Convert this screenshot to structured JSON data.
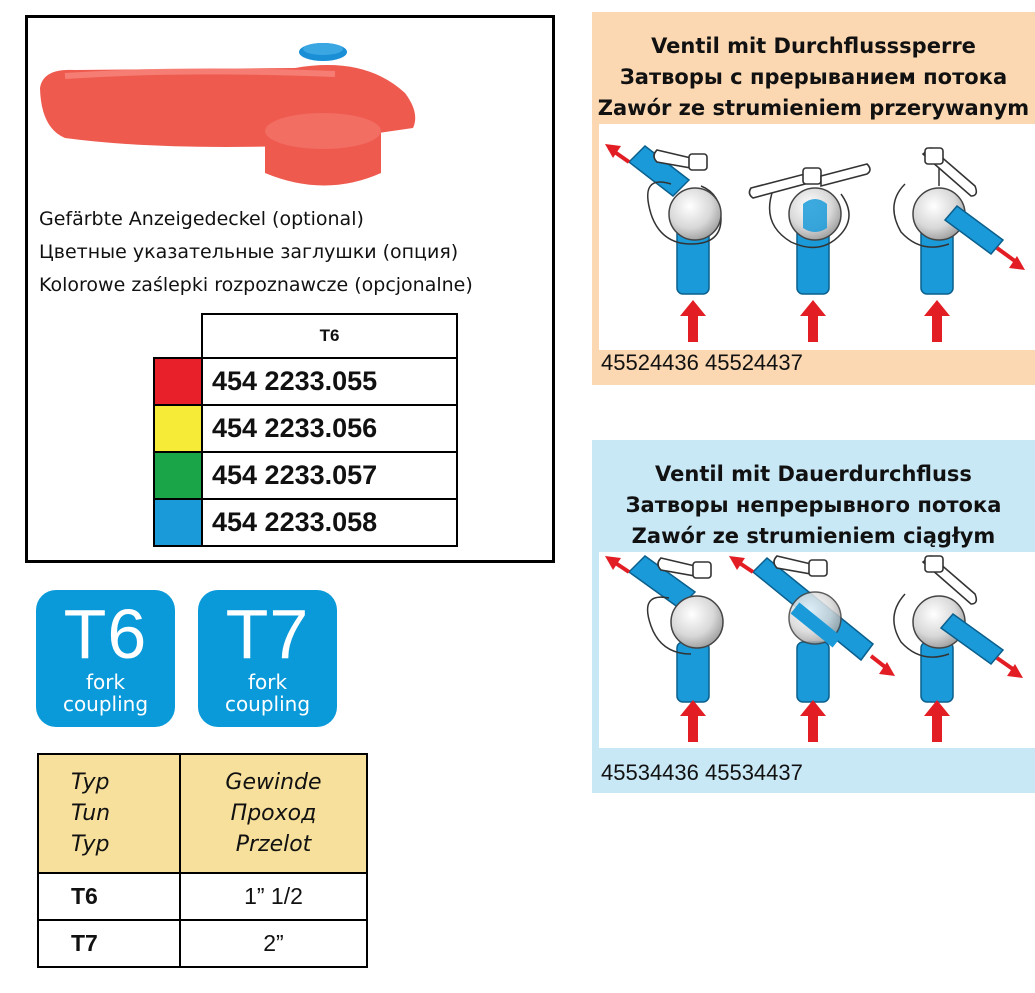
{
  "caps_box": {
    "lines": [
      "Gefärbte Anzeigedeckel (optional)",
      "Цветные указательные заглушки (опция)",
      "Kolorowe zaślepki rozpoznawcze (opcjonalne)"
    ],
    "table_header": "T6",
    "rows": [
      {
        "code": "454 2233.055",
        "color": "#e8202a"
      },
      {
        "code": "454 2233.056",
        "color": "#f6ec37"
      },
      {
        "code": "454 2233.057",
        "color": "#1aa548"
      },
      {
        "code": "454 2233.058",
        "color": "#1a9ad9"
      }
    ]
  },
  "badges": [
    {
      "title": "T6",
      "line1": "fork",
      "line2": "coupling"
    },
    {
      "title": "T7",
      "line1": "fork",
      "line2": "coupling"
    }
  ],
  "thread_table": {
    "head_col1": [
      "Typ",
      "Tun",
      "Typ"
    ],
    "head_col2": [
      "Gewinde",
      "Проход",
      "Przelot"
    ],
    "rows": [
      {
        "type": "T6",
        "thread": "1” 1/2"
      },
      {
        "type": "T7",
        "thread": "2”"
      }
    ]
  },
  "panel_off": {
    "title_lines": [
      "Ventil mit Durchflusssperre",
      "Затворы с прерыванием потока",
      "Zawór ze strumieniem przerywanym"
    ],
    "codes": "45524436 45524437",
    "bg_color": "#fbd8b2"
  },
  "panel_on": {
    "title_lines": [
      "Ventil mit Dauerdurchfluss",
      "Затворы непрерывного потока",
      "Zawór ze strumieniem ciągłym"
    ],
    "codes": "45534436 45534437",
    "bg_color": "#c9e8f6"
  },
  "colors": {
    "badge": "#0a9ad9",
    "table_header_bg": "#f6e09b",
    "pipe_blue": "#1a9ad9",
    "arrow_red": "#e21d23",
    "cap_red": "#ef5a4f"
  }
}
